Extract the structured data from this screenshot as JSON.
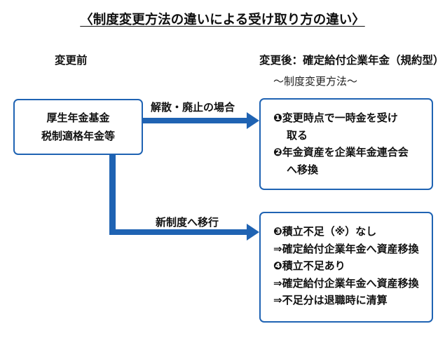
{
  "title": "〈制度変更方法の違いによる受け取り方の違い〉",
  "before_label": "変更前",
  "after_label": "変更後：確定給付企業年金（規約型）",
  "method_subtitle": "〜制度変更方法〜",
  "before_box": {
    "lines": [
      "厚生年金基金",
      "税制適格年金等"
    ]
  },
  "arrows": {
    "dissolve_label": "解散・廃止の場合",
    "transition_label": "新制度へ移行"
  },
  "dissolve_box": {
    "lines": [
      "❶変更時点で一時金を受け",
      "取る",
      "❷年金資産を企業年金連合会",
      "へ移換"
    ]
  },
  "transition_box": {
    "lines": [
      "❸積立不足（※）なし",
      "⇒確定給付企業年金へ資産移換",
      "❹積立不足あり",
      "⇒確定給付企業年金へ資産移換",
      "⇒不足分は退職時に清算"
    ]
  },
  "colors": {
    "accent_blue": "#1f63b3"
  }
}
